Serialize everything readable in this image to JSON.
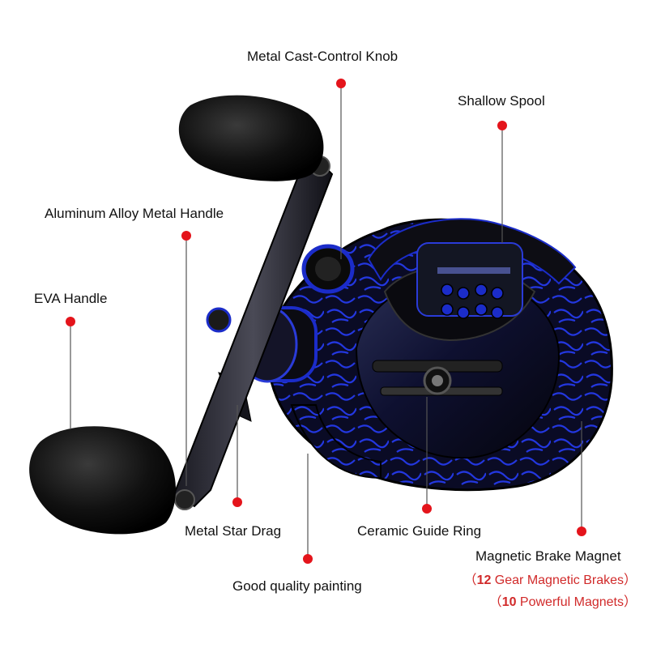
{
  "labels": {
    "cast_control_knob": "Metal Cast-Control Knob",
    "shallow_spool": "Shallow Spool",
    "aluminum_handle": "Aluminum Alloy Metal Handle",
    "eva_handle": "EVA Handle",
    "star_drag": "Metal Star Drag",
    "guide_ring": "Ceramic Guide Ring",
    "brake_magnet": "Magnetic Brake Magnet",
    "painting": "Good quality painting"
  },
  "brake_details": [
    {
      "open": "（",
      "number": "12",
      "text": " Gear Magnetic Brakes）"
    },
    {
      "open": "（",
      "number": "10",
      "text": " Powerful Magnets）"
    }
  ],
  "colors": {
    "marker": "#e4141b",
    "leader_line": "#555555",
    "accent_text": "#d12a2a",
    "reel_blue": "#1b2cc9",
    "reel_black": "#0b0b10"
  }
}
